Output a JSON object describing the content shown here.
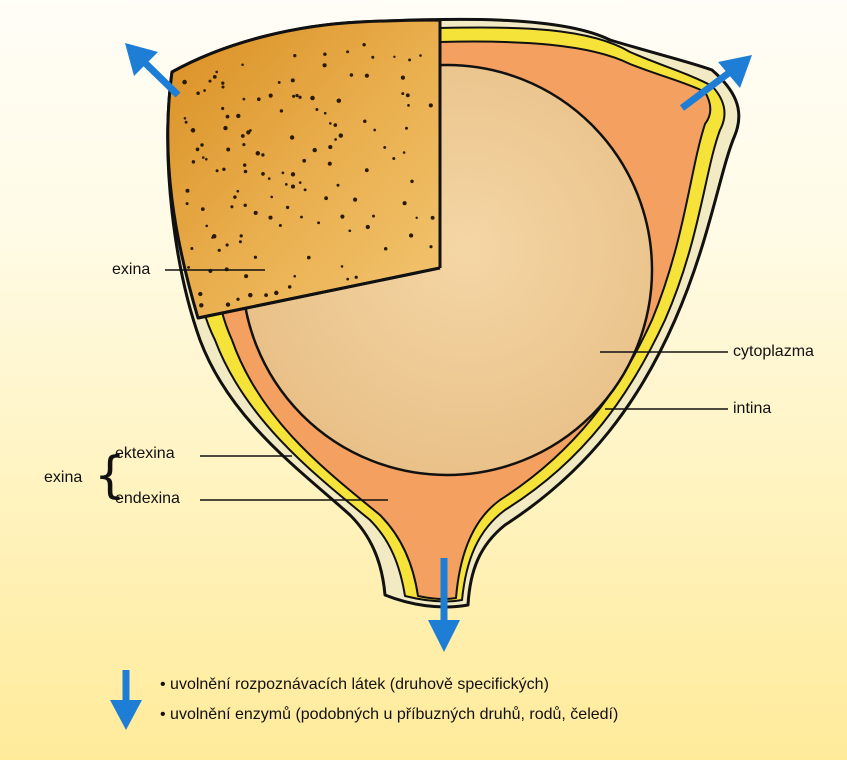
{
  "labels": {
    "exina_top": "exina",
    "cytoplazma": "cytoplazma",
    "intina": "intina",
    "exina_group": "exina",
    "ektexina": "ektexina",
    "endexina": "endexina"
  },
  "legend": {
    "items": [
      "• uvolnění rozpoznávacích látek (druhově specifických)",
      "• uvolnění enzymů (podobných u příbuzných druhů, rodů, čeledí)"
    ]
  },
  "colors": {
    "outer_layer": "#f2eac3",
    "ektexina": "#f6e33a",
    "endexina": "#f3a060",
    "cytoplasm": "#efca94",
    "surface": "#e0a032",
    "arrow": "#1e7ed6"
  }
}
